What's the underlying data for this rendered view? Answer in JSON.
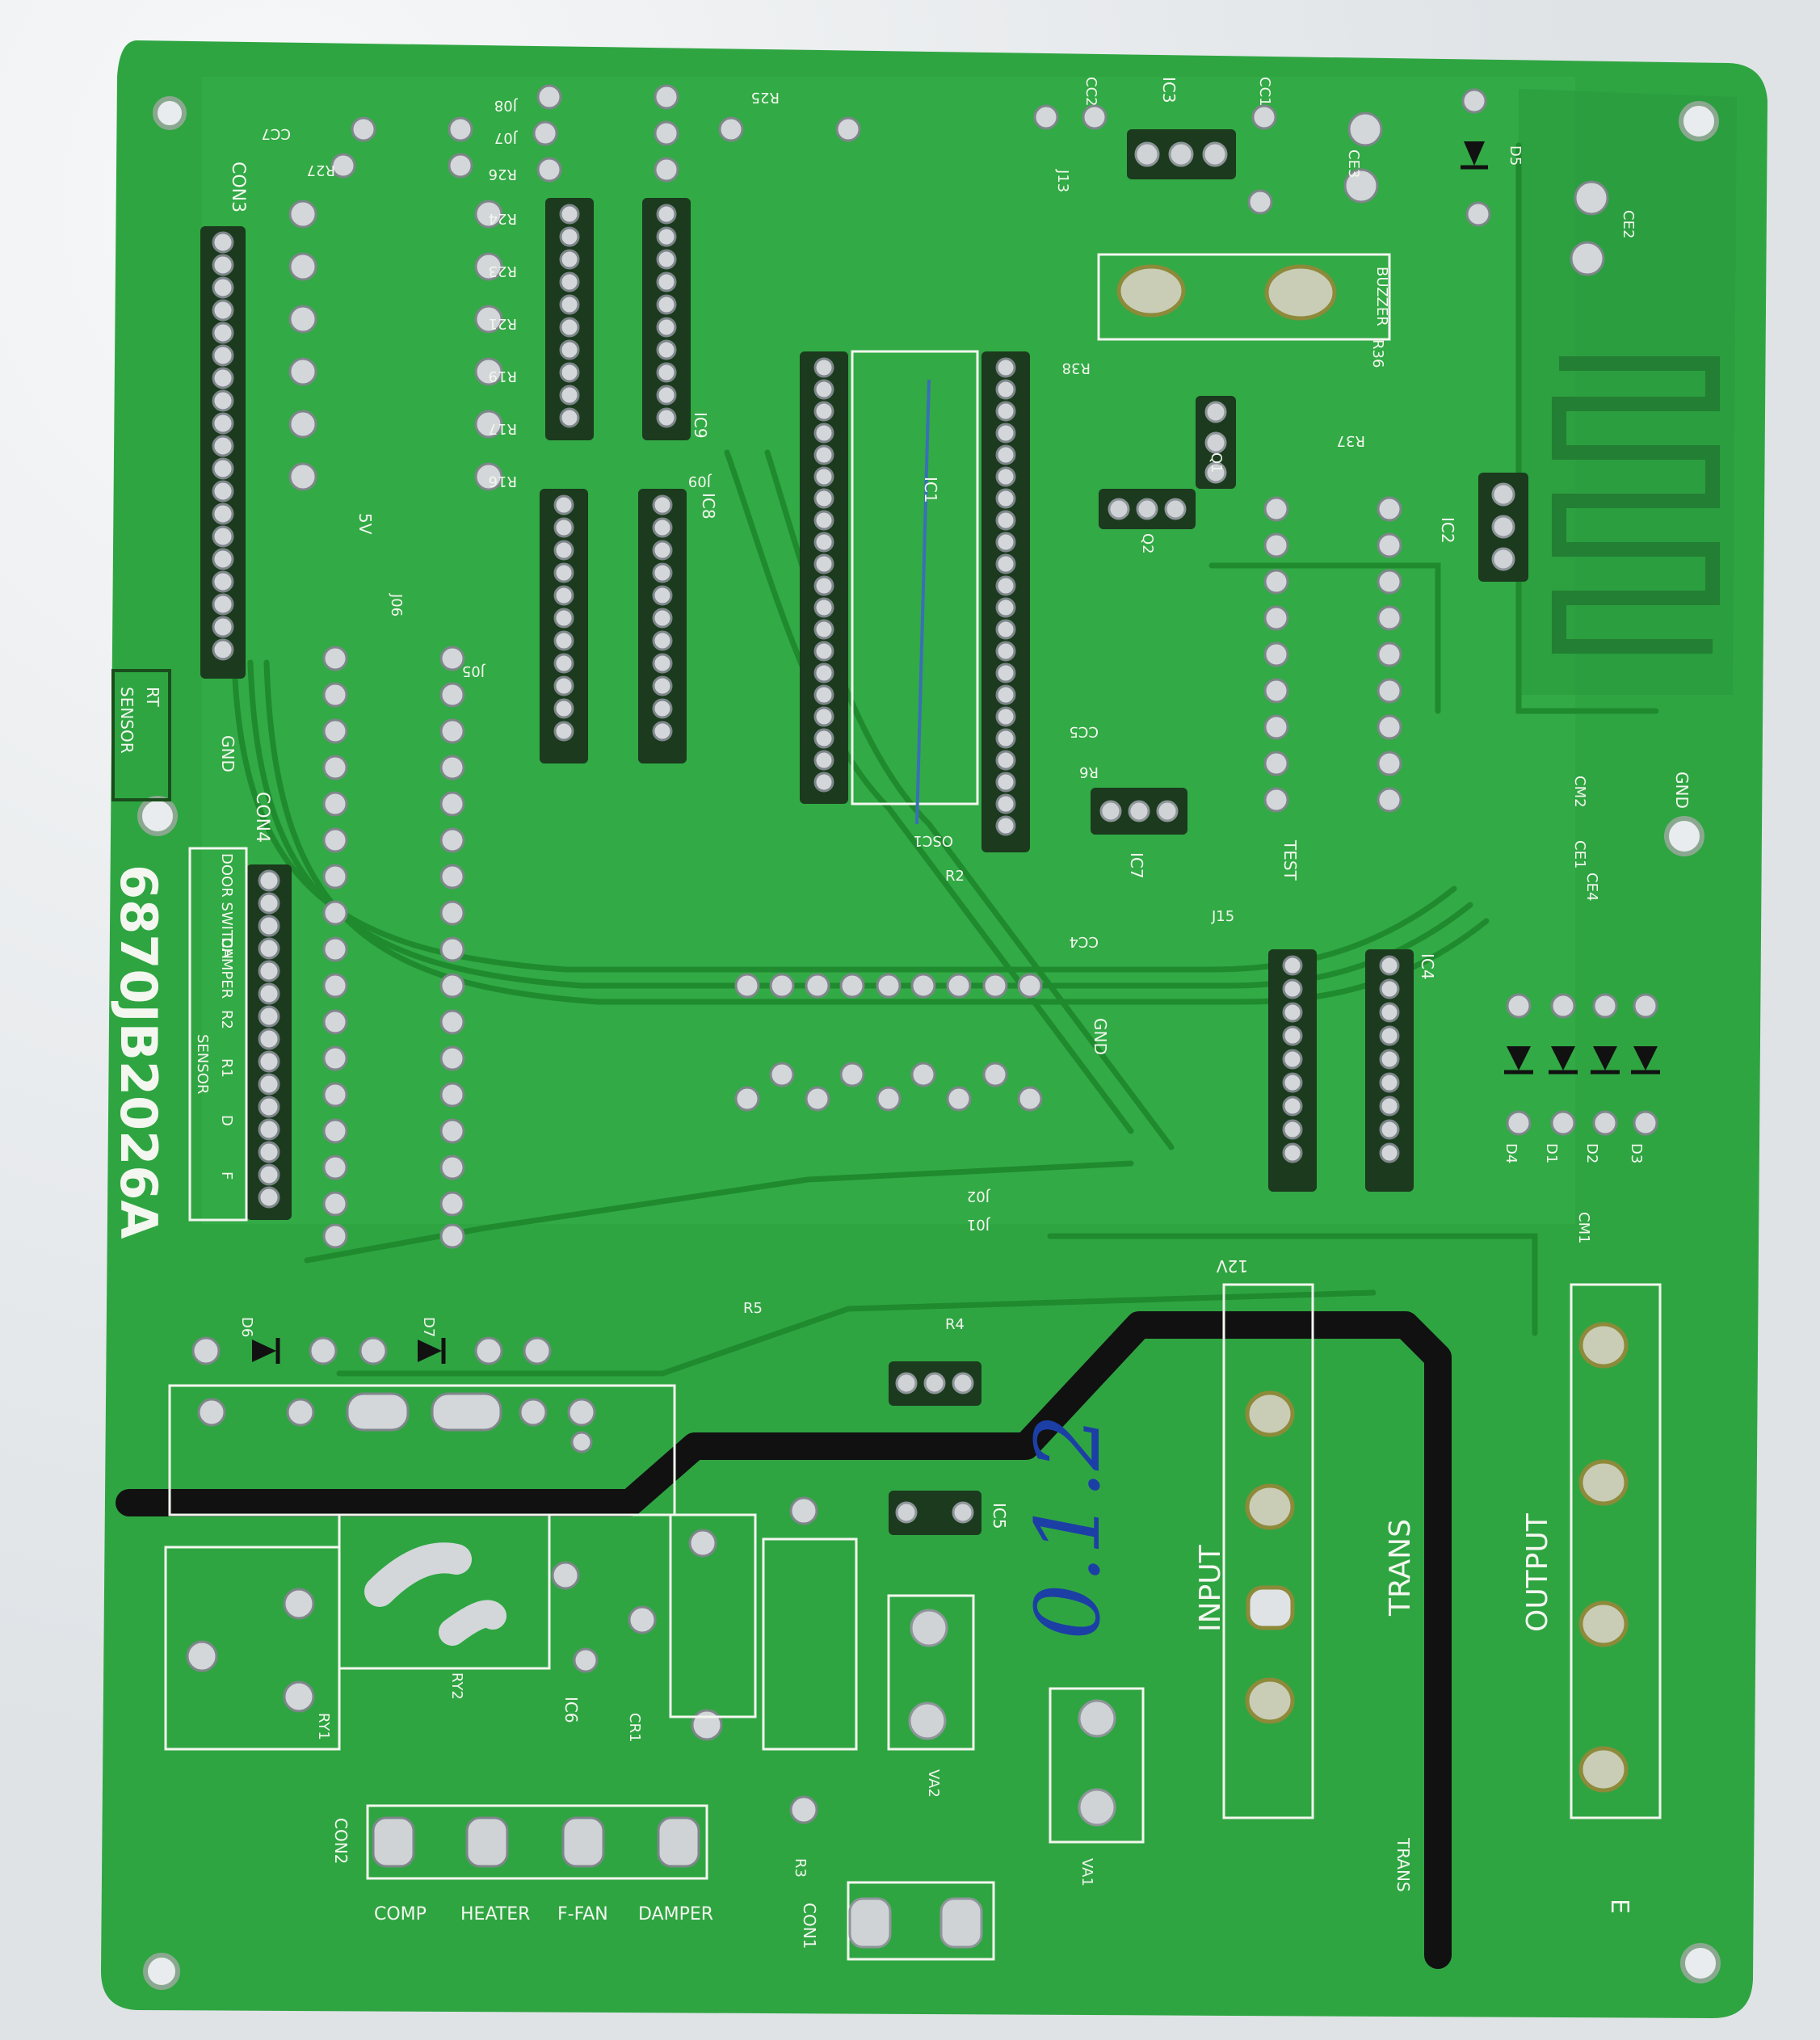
{
  "board": {
    "part_number": "6870JB2026A",
    "colors": {
      "pcb": "#2fa542",
      "pcb_dark": "#23863a",
      "silk": "#f3f7ef",
      "solder": "#cfd3d6",
      "black_trace": "#111111",
      "handwriting": "#1c3fa6"
    }
  },
  "handwriting": "0.1.2",
  "connectors": {
    "con2_label": "CON2",
    "con2_pins": [
      "COMP",
      "HEATER",
      "F-FAN",
      "DAMPER"
    ],
    "con1_label": "CON1",
    "con3_label": "CON3",
    "con4_label": "CON4"
  },
  "sensor_table": {
    "row1": [
      "RT",
      "SENSOR"
    ],
    "row2": [
      "DOOR SWITCH",
      "DAMPER",
      "R2",
      "R1",
      "D",
      "F"
    ],
    "row2_sub": "SENSOR"
  },
  "blocks": {
    "input": "INPUT",
    "trans": "TRANS",
    "output": "OUTPUT",
    "trans_small": "TRANS",
    "buzzer": "BUZZER",
    "v12": "12V",
    "v5": "5V",
    "gnd": "GND",
    "test": "TEST",
    "e_mark": "E"
  },
  "ic_labels": [
    "IC1",
    "IC2",
    "IC3",
    "IC4",
    "IC5",
    "IC6",
    "IC7",
    "IC8",
    "IC9"
  ],
  "component_labels": [
    "RY1",
    "RY2",
    "CR1",
    "VA1",
    "VA2",
    "R3",
    "R4",
    "R5",
    "D1",
    "D2",
    "D3",
    "D4",
    "D5",
    "D6",
    "D7",
    "CM1",
    "CM2",
    "CE1",
    "CE2",
    "CE3",
    "CE4",
    "J13",
    "J15",
    "Q1",
    "Q2",
    "R36",
    "R37",
    "R38",
    "OSC1",
    "R2",
    "CC4",
    "CC5",
    "R6",
    "J01",
    "J02",
    "J09",
    "J06",
    "J05",
    "J07",
    "J08",
    "CC7",
    "R27",
    "R26",
    "R25",
    "R24",
    "R23",
    "R21",
    "R19",
    "R17",
    "R16",
    "CC1",
    "CC2"
  ]
}
